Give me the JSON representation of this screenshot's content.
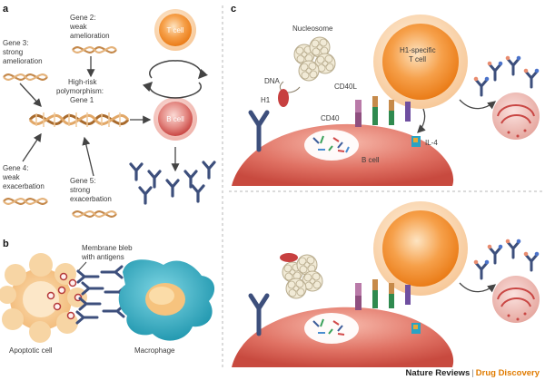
{
  "panels": {
    "a": "a",
    "b": "b",
    "c": "c"
  },
  "panel_a": {
    "gene2": [
      "Gene 2:",
      "weak",
      "amelioration"
    ],
    "gene3": [
      "Gene 3:",
      "strong",
      "amelioration"
    ],
    "gene1": [
      "High-risk",
      "polymorphism:",
      "Gene 1"
    ],
    "gene4": [
      "Gene 4:",
      "weak",
      "exacerbation"
    ],
    "gene5": [
      "Gene 5:",
      "strong",
      "exacerbation"
    ],
    "t_cell": "T cell",
    "b_cell": "B cell"
  },
  "panel_b": {
    "bleb": [
      "Membrane bleb",
      "with antigens"
    ],
    "apoptotic": "Apoptotic cell",
    "macrophage": "Macrophage"
  },
  "panel_c": {
    "nucleosome": "Nucleosome",
    "dna": "DNA",
    "h1": "H1",
    "cd40l": "CD40L",
    "cd40": "CD40",
    "h1_tcell": [
      "H1-specific",
      "T cell"
    ],
    "il4": "IL-4",
    "bcell": "B cell"
  },
  "footer": {
    "journal": "Nature Reviews",
    "separator": "|",
    "brand": "Drug Discovery"
  },
  "colors": {
    "t_cell": "#f08a24",
    "b_cell": "#d2484a",
    "antibody": "#3d4f7c",
    "macrophage": "#2eaec3",
    "apoptotic": "#f7c98a",
    "footer_brand": "#e07b00"
  }
}
